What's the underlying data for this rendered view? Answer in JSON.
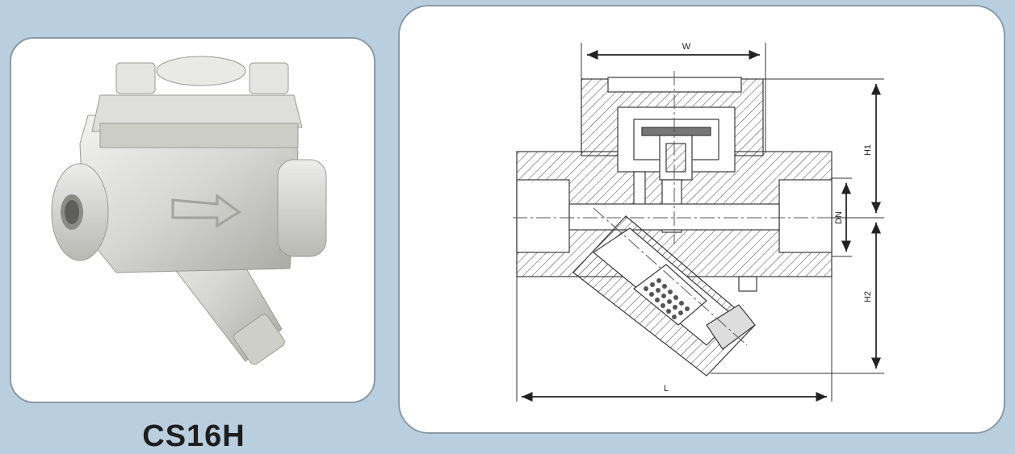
{
  "product": {
    "model": "CS16H",
    "photo_icon": "steam-trap-photo"
  },
  "drawing": {
    "dimension_labels": {
      "width": "W",
      "height_top": "H1",
      "height_bottom": "H2",
      "nominal_diameter": "DN",
      "length": "L"
    }
  },
  "colors": {
    "background": "#b9cfdf",
    "panel": "#ffffff",
    "panel_border": "#8b9aa5",
    "line": "#3a3a3a",
    "body_metal": "#d9d9d6"
  }
}
